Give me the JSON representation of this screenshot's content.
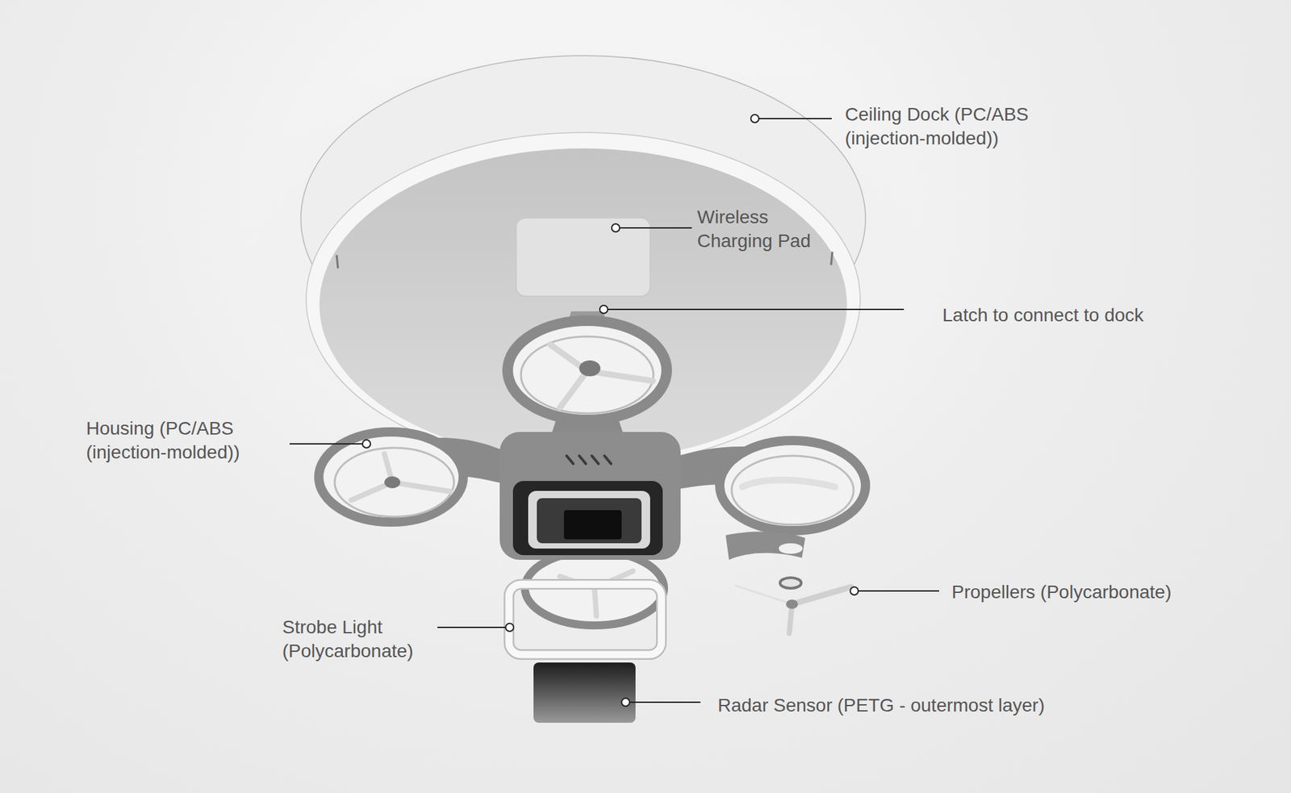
{
  "diagram": {
    "labels": [
      "Ceiling Dock (PC/ABS (injection-molded))",
      "Wireless Charging Pad",
      "Latch to connect to dock",
      "Housing (PC/ABS (injection-molded))",
      "Propellers (Polycarbonate)",
      "Strobe Light (Polycarbonate)",
      "Radar Sensor (PETG - outermost layer)"
    ]
  }
}
